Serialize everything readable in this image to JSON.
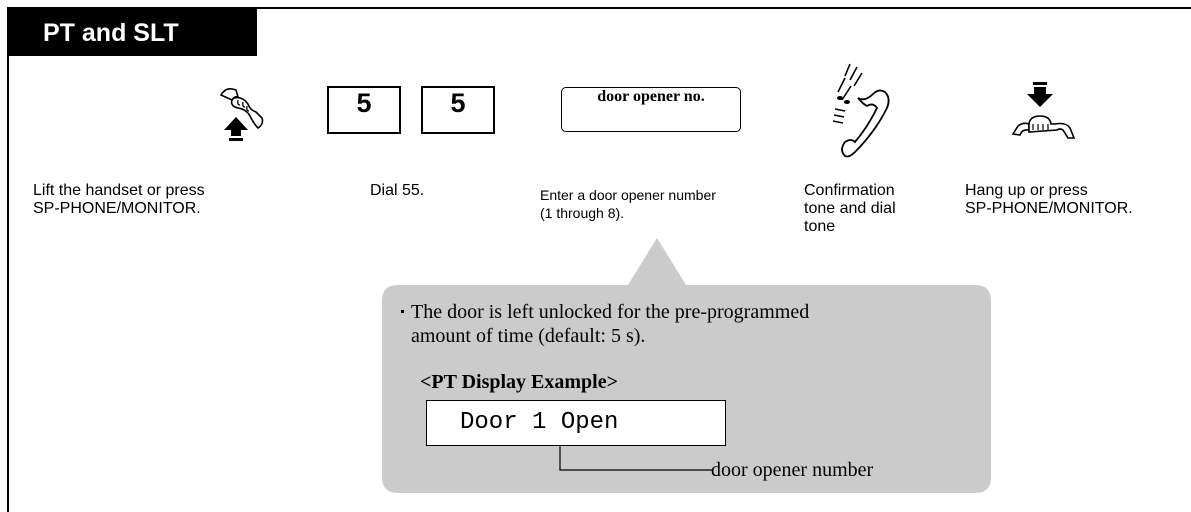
{
  "header": {
    "title": "PT and SLT"
  },
  "icons": [
    "handset-lift-icon",
    "handset-ringing-icon",
    "handset-hang-up-icon"
  ],
  "keys": [
    "5",
    "5"
  ],
  "door_button": {
    "label": "door opener no."
  },
  "steps": [
    {
      "caption": "Lift the handset or press\nSP-PHONE/MONITOR."
    },
    {
      "caption": "Dial 55."
    },
    {
      "caption": "Enter a door opener number\n(1 through 8)."
    },
    {
      "caption": "Confirmation\ntone and dial\ntone"
    },
    {
      "caption": "Hang up or press\nSP-PHONE/MONITOR."
    }
  ],
  "note": {
    "line1": "The door is left unlocked for the pre-programmed",
    "line2": "amount of time (default: 5 s).",
    "display_heading": "<PT Display Example>",
    "display_text": "Door 1 Open",
    "display_pointer_label": "door opener number"
  },
  "colors": {
    "bubble": "#cbcbcb",
    "header_bg": "#000000",
    "header_text": "#ffffff"
  }
}
